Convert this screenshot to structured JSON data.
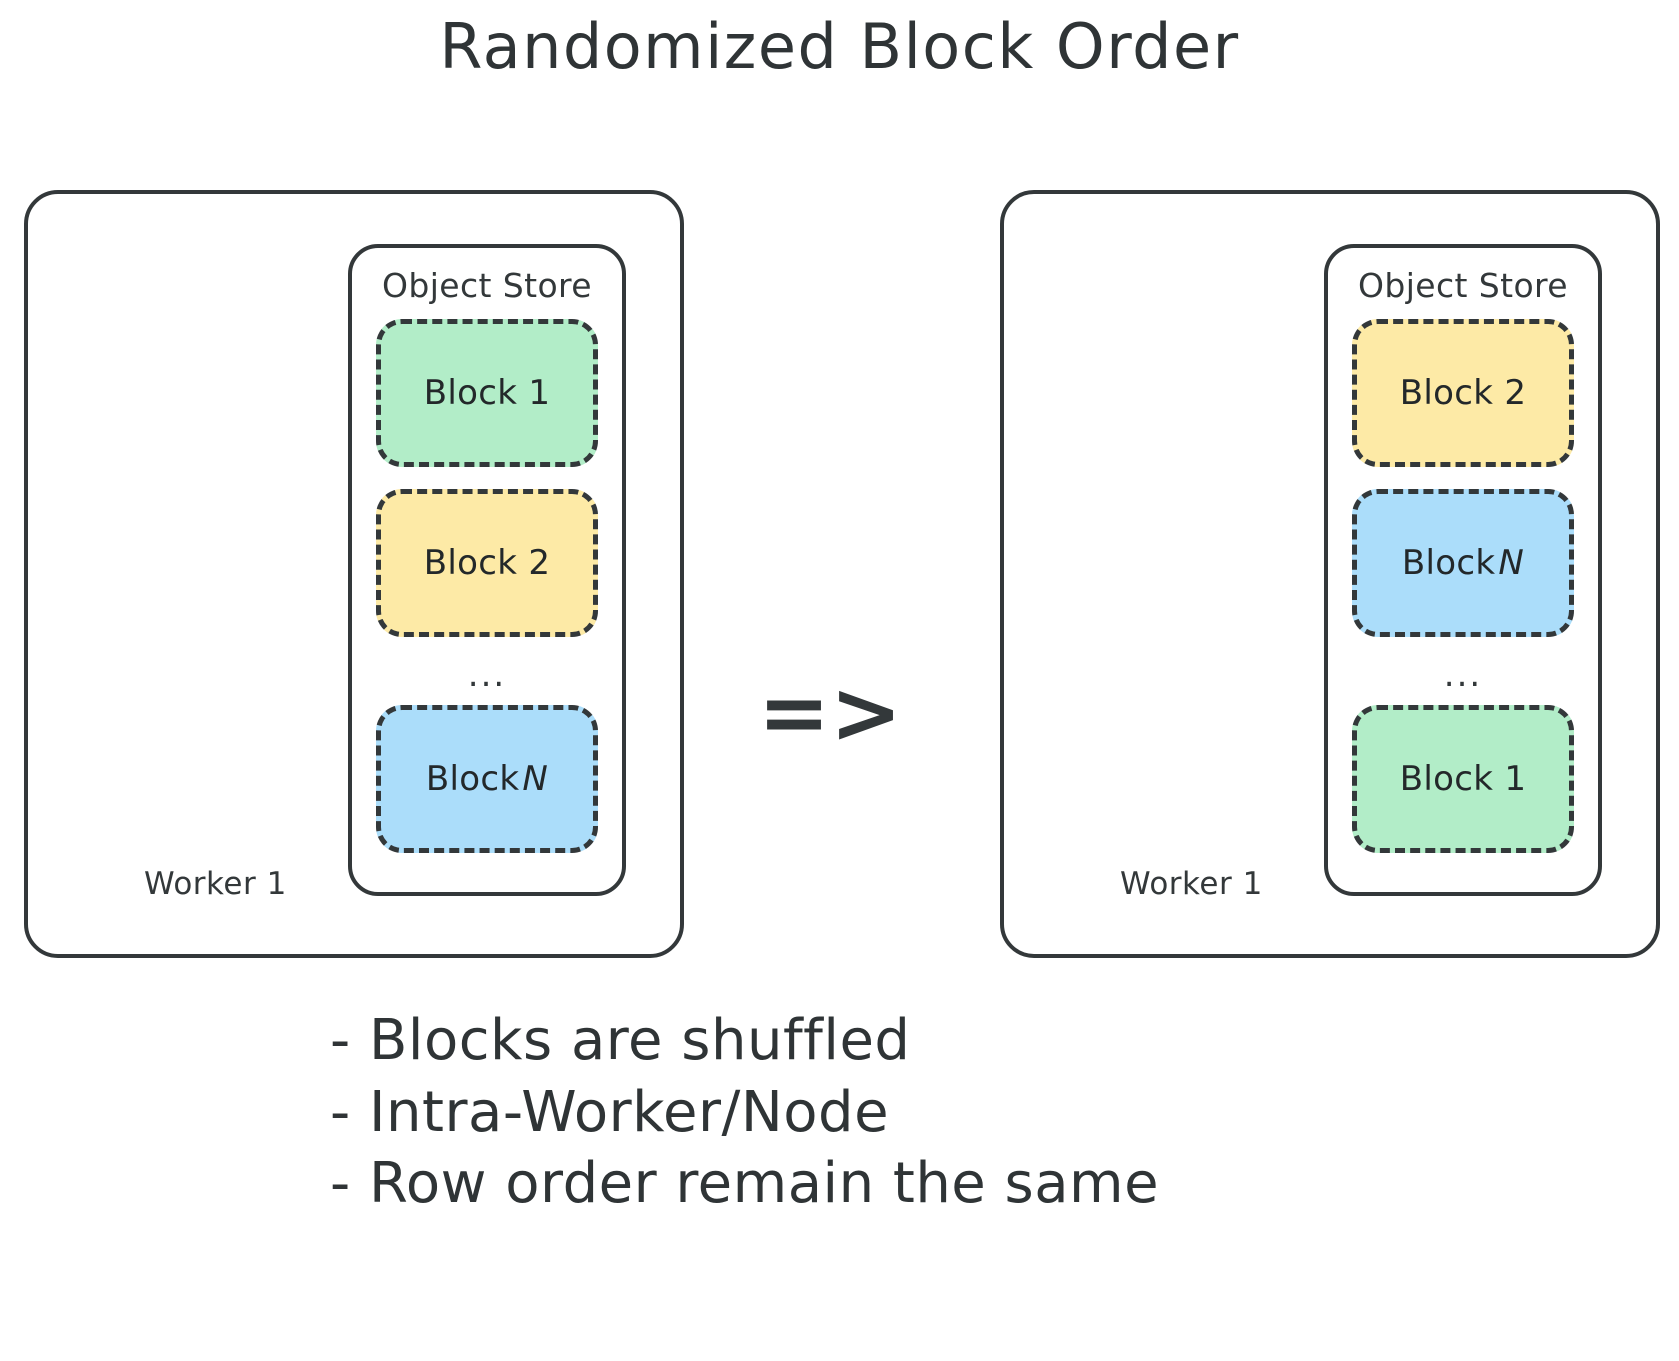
{
  "title": "Randomized Block Order",
  "arrow": "=>",
  "panels": [
    {
      "worker_label": "Worker 1",
      "object_store_title": "Object Store",
      "ellipsis": "...",
      "blocks": [
        {
          "label": "Block 1",
          "color": "#b2edc8",
          "color_name": "green"
        },
        {
          "label": "Block 2",
          "color": "#fdeaa6",
          "color_name": "yellow"
        },
        {
          "label": "Block ",
          "italic": "N",
          "color": "#abddfa",
          "color_name": "blue"
        }
      ]
    },
    {
      "worker_label": "Worker 1",
      "object_store_title": "Object Store",
      "ellipsis": "...",
      "blocks": [
        {
          "label": "Block 2",
          "color": "#fdeaa6",
          "color_name": "yellow"
        },
        {
          "label": "Block ",
          "italic": "N",
          "color": "#abddfa",
          "color_name": "blue"
        },
        {
          "label": "Block 1",
          "color": "#b2edc8",
          "color_name": "green"
        }
      ]
    }
  ],
  "notes": [
    "- Blocks are shuffled",
    "- Intra-Worker/Node",
    "- Row order remain the same"
  ],
  "colors": {
    "stroke": "#33383a",
    "background": "#ffffff",
    "green": "#b2edc8",
    "yellow": "#fdeaa6",
    "blue": "#abddfa"
  }
}
